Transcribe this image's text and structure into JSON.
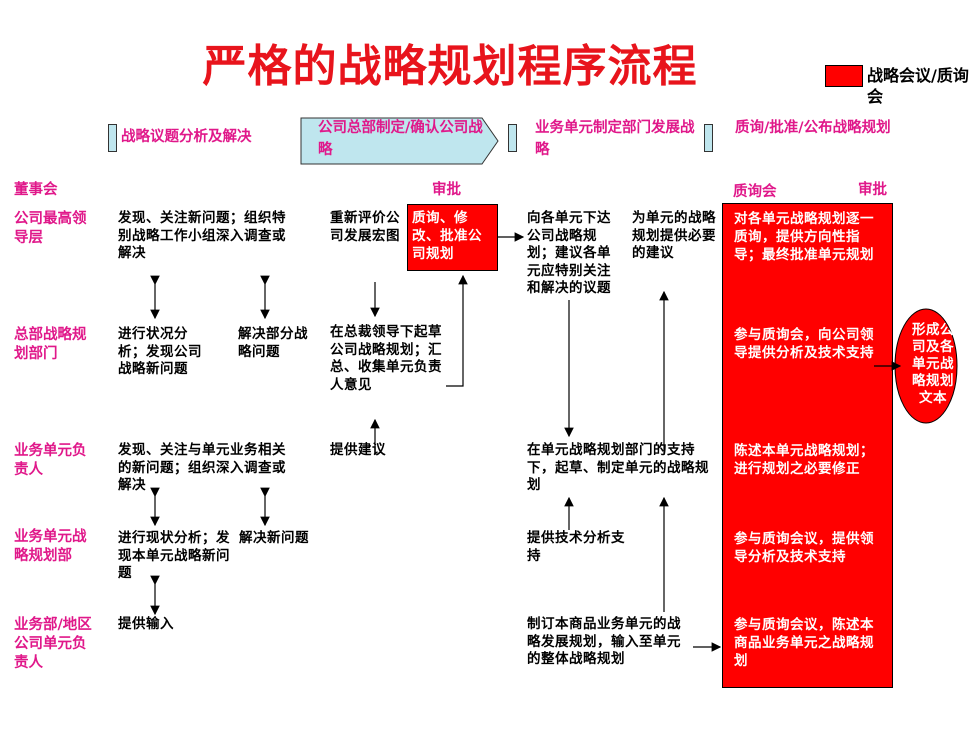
{
  "title": "严格的战略规划程序流程",
  "legend": {
    "label": "战略会议/质询会",
    "color": "#ff0000"
  },
  "stages": [
    "战略议题分析及解决",
    "公司总部制定/确认公司战略",
    "业务单元制定部门发展战略",
    "质询/批准/公布战略规划"
  ],
  "column_tags": {
    "board": "董事会",
    "approve1": "审批",
    "review": "质询会",
    "approve2": "审批"
  },
  "rows": {
    "top_leaders": "公司最高领导层",
    "hq_planning": "总部战略规划部门",
    "bu_head": "业务单元负责人",
    "bu_planning": "业务单元战略规划部",
    "region_head": "业务部/地区公司单元负责人"
  },
  "cells": {
    "c1_top": "发现、关注新问题；组织特别战略工作小组深入调查或解决",
    "c1_hq_a": "进行状况分析；发现公司战略新问题",
    "c1_hq_b": "解决部分战略问题",
    "c1_bu": "发现、关注与单元业务相关的新问题；组织深入调查或解决",
    "c1_bup_a": "进行现状分析；发现本单元战略新问题",
    "c1_bup_b": "解决新问题",
    "c1_reg": "提供输入",
    "c2_top_a": "重新评价公司发展宏图",
    "c2_top_red": "质询、修改、批准公司规划",
    "c2_hq": "在总裁领导下起草公司战略规划；汇总、收集单元负责人意见",
    "c2_bu": "提供建议",
    "c3_top_a": "向各单元下达公司战略规划；建议各单元应特别关注和解决的议题",
    "c3_top_b": "为单元的战略规划提供必要的建议",
    "c3_bu": "在单元战略规划部门的支持下，起草、制定单元的战略规划",
    "c3_bup": "提供技术分析支持",
    "c3_reg": "制订本商品业务单元的战略发展规划，输入至单元的整体战略规划",
    "c4_top": "对各单元战略规划逐一质询，提供方向性指导；最终批准单元规划",
    "c4_hq": "参与质询会，向公司领导提供分析及技术支持",
    "c4_bu": "陈述本单元战略规划；进行规划之必要修正",
    "c4_bup": "参与质询会议，提供领导分析及技术支持",
    "c4_reg": "参与质询会议，陈述本商品业务单元之战略规划",
    "final_output": "形成公司及各单元战略规划文本"
  }
}
